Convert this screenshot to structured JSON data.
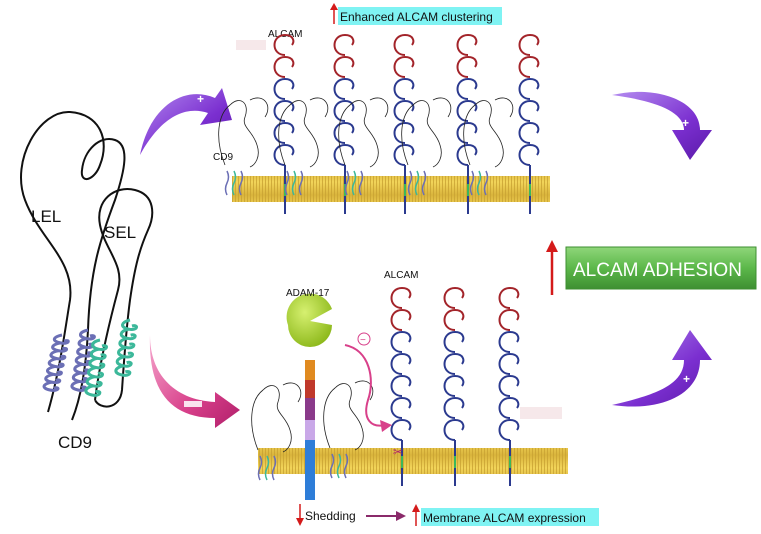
{
  "left_cd9": {
    "lel_label": "LEL",
    "sel_label": "SEL",
    "name_label": "CD9"
  },
  "top_panel": {
    "callout_text": "Enhanced ALCAM clustering",
    "alcam_label": "ALCAM",
    "cd9_label": "CD9",
    "arrow_sign": "+"
  },
  "bottom_panel": {
    "adam_label": "ADAM-17",
    "alcam_label": "ALCAM",
    "inhibit_sign": "−",
    "arrow_sign": "−",
    "shedding_text": "Shedding",
    "expression_text": "Membrane ALCAM expression"
  },
  "right": {
    "adhesion_text": "ALCAM ADHESION",
    "top_arrow_sign": "+",
    "bottom_arrow_sign": "+"
  },
  "colors": {
    "alcam_top": "#a3242a",
    "alcam_bottom": "#2b3a8f",
    "membrane": "#e8c84a",
    "purple_arrow": "#7b2fd0",
    "pink_arrow": "#d8408a",
    "adhesion_box": "#5cb84a",
    "red_arrow": "#d41a1a",
    "helix_purple": "#6b6fb5",
    "helix_teal": "#3cb89a"
  }
}
